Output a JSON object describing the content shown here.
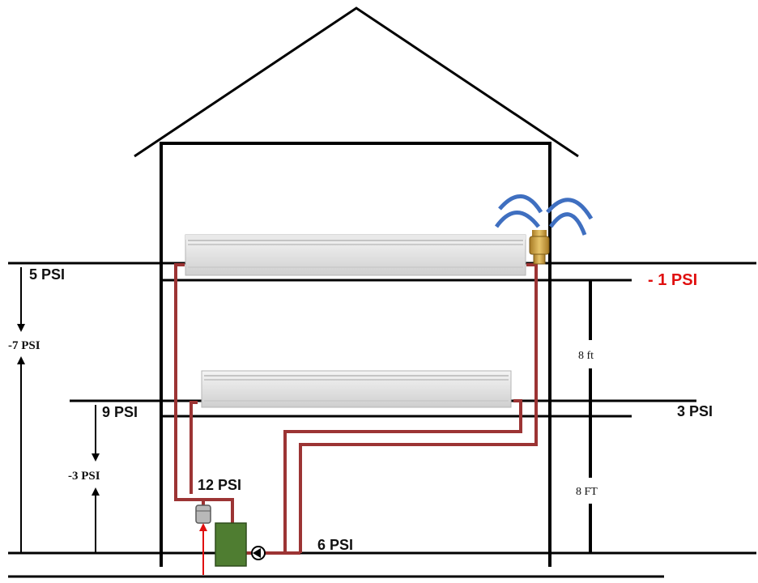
{
  "labels": {
    "upper_floor_pressure": "5 PSI",
    "upper_drop": "-7 PSI",
    "vent_pressure": "- 1 PSI",
    "middle_floor_pressure": "9 PSI",
    "middle_right_pressure": "3 PSI",
    "middle_drop": "-3 PSI",
    "boiler_pressure": "12 PSI",
    "pump_pressure": "6 PSI",
    "upper_height": "8 ft",
    "lower_height": "8 FT"
  },
  "colors": {
    "pipe": "#9c3434",
    "vent_warning_text": "#e01010",
    "boiler": "#4f7d31",
    "air_spray": "#3f6fc0",
    "fill_arrow": "#e01010"
  },
  "icons": {
    "air_vent": "air-vent-icon",
    "pump": "circulator-pump-icon",
    "expansion_tank": "expansion-tank-icon",
    "boiler": "boiler-icon"
  }
}
